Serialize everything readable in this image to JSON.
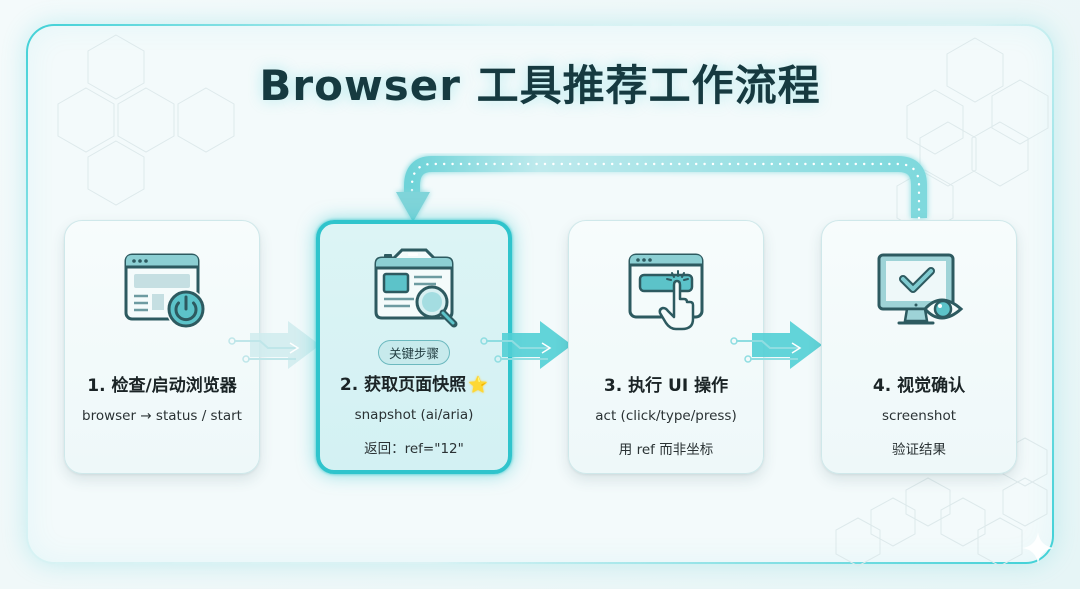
{
  "title": "Browser 工具推荐工作流程",
  "colors": {
    "accent": "#2fc4cc",
    "accent_light": "#8fdde1",
    "icon_stroke": "#2d5a60",
    "icon_fill": "#5cc3c9",
    "title": "#163a40",
    "star": "#f5b820"
  },
  "steps": [
    {
      "number": 1,
      "title": "1. 检查/启动浏览器",
      "line1": "browser → status / start",
      "line2": "",
      "icon": "browser-power-icon"
    },
    {
      "number": 2,
      "title": "2. 获取页面快照",
      "title_suffix": "⭐",
      "badge": "关键步骤",
      "line1": "snapshot (ai/aria)",
      "line2": "返回：ref=\"12\"",
      "icon": "snapshot-magnifier-icon",
      "highlighted": true
    },
    {
      "number": 3,
      "title": "3. 执行 UI 操作",
      "line1": "act (click/type/press)",
      "line2": "用 ref 而非坐标",
      "icon": "click-hand-icon"
    },
    {
      "number": 4,
      "title": "4. 视觉确认",
      "line1": "screenshot",
      "line2": "验证结果",
      "icon": "monitor-check-eye-icon"
    }
  ],
  "connectors": [
    {
      "from": 1,
      "to": 2,
      "icon": "arrow-right-icon"
    },
    {
      "from": 2,
      "to": 3,
      "icon": "arrow-right-icon"
    },
    {
      "from": 3,
      "to": 4,
      "icon": "arrow-right-icon"
    }
  ],
  "loop": {
    "from": 4,
    "to": 2,
    "icon": "loop-back-arrow-icon"
  }
}
